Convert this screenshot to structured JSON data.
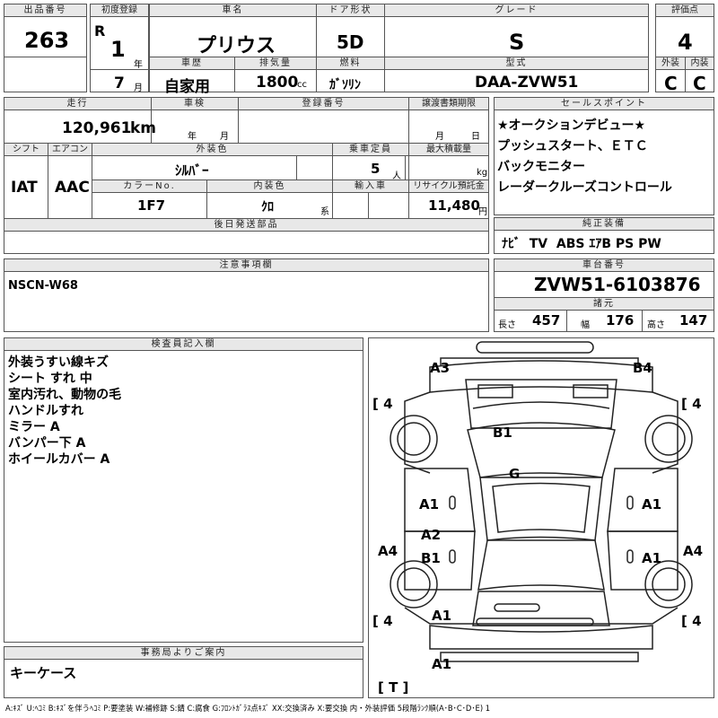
{
  "header": {
    "lot_label": "出品番号",
    "lot_no": "263",
    "first_reg_label": "初度登録",
    "era": "R",
    "year": "1",
    "year_unit": "年",
    "month": "7",
    "month_unit": "月",
    "car_name_label": "車名",
    "car_name": "プリウス",
    "door_label": "ドア形状",
    "door": "5D",
    "grade_label": "グレード",
    "grade": "S",
    "score_label": "評価点",
    "score": "4",
    "history_label": "車歴",
    "history": "自家用",
    "displacement_label": "排気量",
    "displacement": "1800",
    "displacement_unit": "cc",
    "fuel_label": "燃料",
    "fuel": "ｶﾞｿﾘﾝ",
    "model_label": "型式",
    "model": "DAA-ZVW51",
    "exterior_label": "外装",
    "exterior": "C",
    "interior_label": "内装",
    "interior": "C"
  },
  "row2": {
    "mileage_label": "走行",
    "mileage": "120,961",
    "mileage_unit": "km",
    "inspection_label": "車検",
    "inspection_year_unit": "年",
    "inspection_month_unit": "月",
    "reg_no_label": "登録番号",
    "transfer_label": "譲渡書類期限",
    "transfer_month_unit": "月",
    "transfer_day_unit": "日",
    "shift_label": "シフト",
    "shift": "IAT",
    "ac_label": "エアコン",
    "ac": "AAC",
    "color_label": "外装色",
    "color": "ｼﾙﾊﾞｰ",
    "capacity_label": "乗車定員",
    "capacity": "5",
    "capacity_unit": "人",
    "max_load_label": "最大積載量",
    "max_load_unit": "kg",
    "color_no_label": "カラーNo.",
    "color_no": "1F7",
    "int_color_label": "内装色",
    "int_color": "ｸﾛ",
    "int_color_suffix": "系",
    "import_label": "輸入車",
    "recycle_label": "リサイクル預託金",
    "recycle": "11,480",
    "recycle_unit": "円",
    "later_parts_label": "後日発送部品"
  },
  "sales_points": {
    "label": "セールスポイント",
    "items": [
      "★オークションデビュー★",
      "プッシュスタート、ＥＴＣ",
      "バックモニター",
      "レーダークルーズコントロール"
    ]
  },
  "equipment": {
    "label": "純正装備",
    "value": "ﾅﾋﾞ  TV  ABS ｴｱB PS PW"
  },
  "notes": {
    "label": "注意事項欄",
    "value": "NSCN-W68"
  },
  "chassis": {
    "label": "車台番号",
    "value": "ZVW51-6103876",
    "dims_label": "諸元",
    "length_label": "長さ",
    "length": "457",
    "width_label": "幅",
    "width": "176",
    "height_label": "高さ",
    "height": "147"
  },
  "inspector": {
    "label": "検査員記入欄",
    "items": [
      "外装うすい線キズ",
      "シート すれ 中",
      "室内汚れ、動物の毛",
      "ハンドルすれ",
      "ミラー A",
      "バンパー下 A",
      "ホイールカバー A"
    ]
  },
  "office": {
    "label": "事務局よりご案内",
    "value": "キーケース"
  },
  "diagram_marks": {
    "a3": "A3",
    "b4": "B4",
    "b1_top": "B1",
    "g": "G",
    "a1_left_door": "A1",
    "a1_right_door": "A1",
    "a2": "A2",
    "b1_rear": "B1",
    "a1_right_rear": "A1",
    "a4_left": "A4",
    "a4_right": "A4",
    "a1_bottom": "A1",
    "a1_rear_bumper": "A1",
    "tire_fl": "[ 4",
    "tire_fr": "[ 4",
    "tire_rl": "[ 4",
    "tire_rr": "[ 4",
    "spare": "[ T ]"
  },
  "legend": "A:ｷｽﾞ U:ﾍｺﾐ B:ｷｽﾞを伴うﾍｺﾐ P:要塗装 W:補修跡 S:錆 C:腐食 G:ﾌﾛﾝﾄｶﾞﾗｽ点ｷｽﾞ XX:交換済み X:要交換 内・外装評価 5段階ﾗﾝｸ順(A･B･C･D･E) 1"
}
